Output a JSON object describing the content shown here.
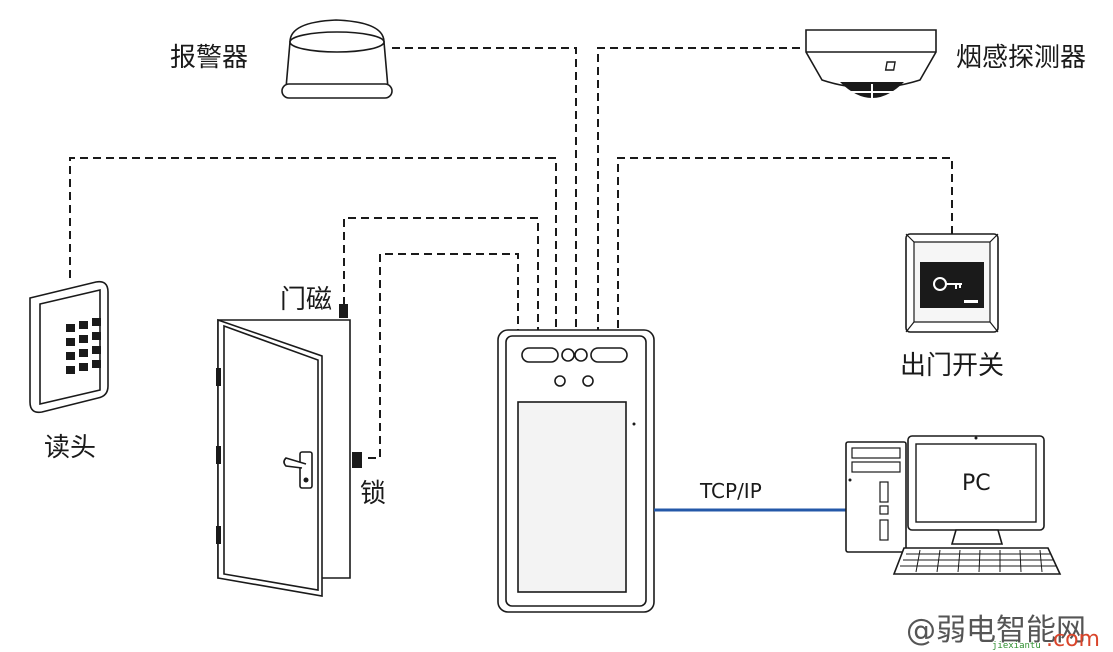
{
  "labels": {
    "alarm": "报警器",
    "smoke_detector": "烟感探测器",
    "card_reader": "读头",
    "door_sensor": "门磁",
    "lock": "锁",
    "exit_button": "出门开关",
    "connection": "TCP/IP",
    "pc": "PC"
  },
  "watermark": {
    "main": "@弱电智能网",
    "site": "jiexiantu",
    "domain": ".com"
  },
  "colors": {
    "line": "#1a1a1a",
    "network_link": "#2458a8",
    "watermark": "#555555",
    "watermark_accent": "#d9452b",
    "watermark_green": "#2f8f2f"
  },
  "icons": [
    "alarm-siren-icon",
    "smoke-detector-icon",
    "card-reader-keypad-icon",
    "door-icon",
    "face-terminal-icon",
    "exit-button-key-icon",
    "desktop-pc-icon"
  ]
}
